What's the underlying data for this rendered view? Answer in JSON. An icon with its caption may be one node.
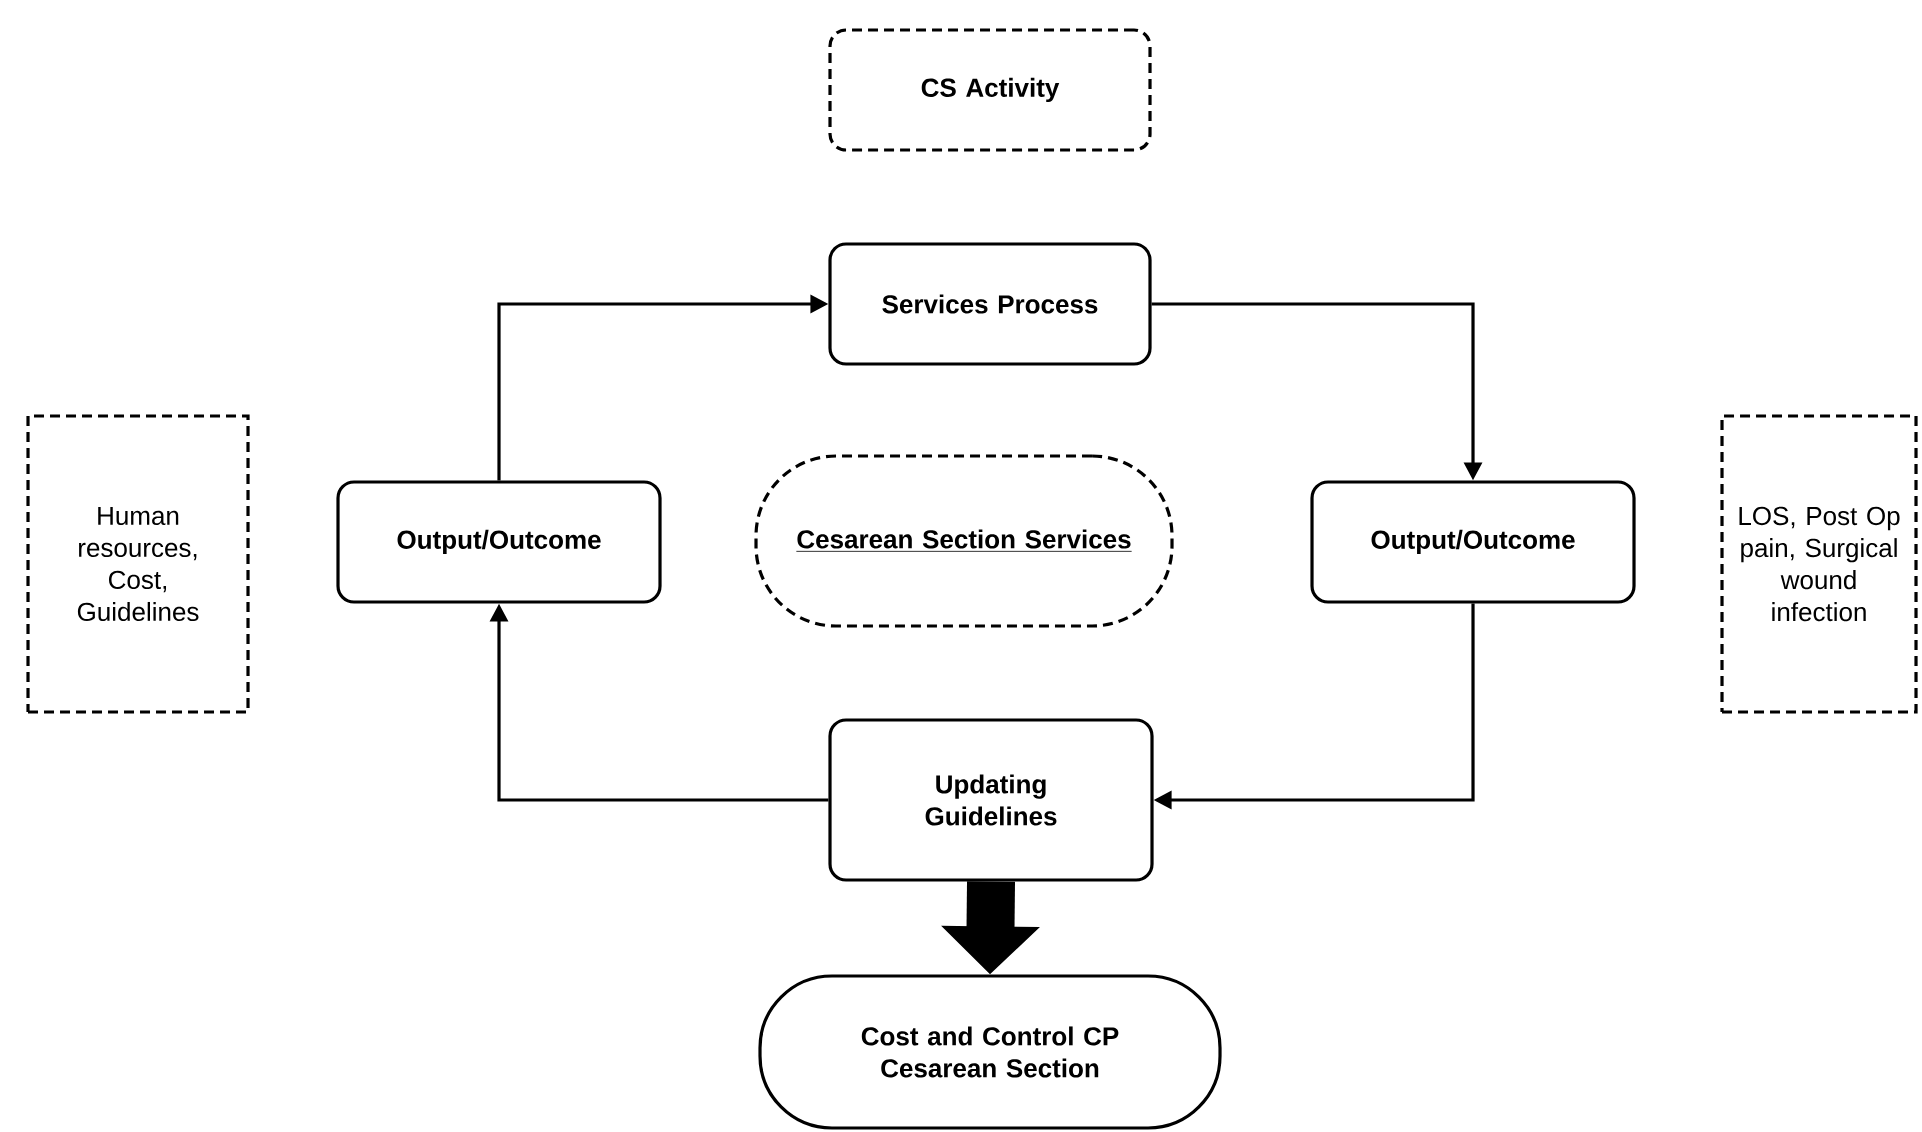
{
  "diagram": {
    "nodes": [
      {
        "text": [
          "CS Activity"
        ]
      },
      {
        "text": [
          "Services Process"
        ]
      },
      {
        "text": [
          "Human resources, Cost, Guidelines"
        ]
      },
      {
        "text": [
          "Output/Outcome"
        ]
      },
      {
        "text": [
          "Cesarean Section Services"
        ]
      },
      {
        "text": [
          "Output/Outcome"
        ]
      },
      {
        "text": [
          "LOS, Post Op pain, Surgical wound infection"
        ]
      },
      {
        "text": [
          "Updating Guidelines"
        ]
      },
      {
        "text": [
          "Cost and Control CP Cesarean Section"
        ]
      }
    ],
    "edges": [
      {
        "from": 3,
        "to": 1,
        "arrow": "to"
      },
      {
        "from": 1,
        "to": 5,
        "arrow": "to"
      },
      {
        "from": 5,
        "to": 7,
        "arrow": "to"
      },
      {
        "from": 7,
        "to": 3,
        "arrow": "to"
      },
      {
        "from": 7,
        "to": 8,
        "arrow": "to",
        "style": "thick"
      }
    ]
  }
}
